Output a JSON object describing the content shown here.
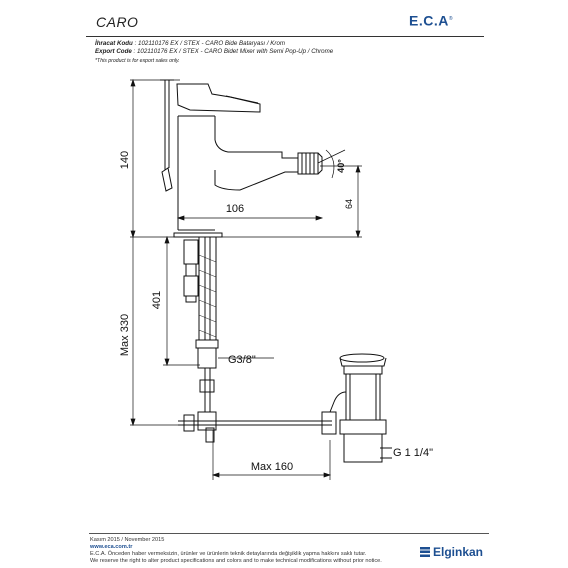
{
  "header": {
    "product_name": "CARO",
    "brand": "E.C.A",
    "brand_mark": "®"
  },
  "codes": {
    "export_code_tr_label": "İhracat Kodu",
    "export_code_tr_value": ": 102110176 EX / STEX - CARO Bide Bataryası / Krom",
    "export_code_en_label": "Export Code",
    "export_code_en_value": ": 102110176 EX / STEX - CARO Bidet Mixer with Semi Pop-Up / Chrome",
    "export_note": "*This product is for export sales only."
  },
  "dimensions": {
    "height_140": "140",
    "width_106": "106",
    "height_64": "64",
    "angle_40": "40°",
    "hose_401": "401",
    "max_330": "Max 330",
    "thread_g38": "G3/8\"",
    "max_160": "Max 160",
    "thread_g114": "G 1 1/4\""
  },
  "footer": {
    "date": "Kasım 2015 / November 2015",
    "url": "www.eca.com.tr",
    "notice_tr": "E.C.A. Önceden haber vermeksizin, ürünler ve ürünlerin teknik detaylarında değişiklik yapma hakkını saklı tutar.",
    "notice_en": "We reserve the right to alter product specifications and colors and to make technical modifications without prior notice.",
    "dealer": "Elginkan"
  },
  "colors": {
    "brand_blue": "#1d4f91",
    "line": "#111111"
  }
}
